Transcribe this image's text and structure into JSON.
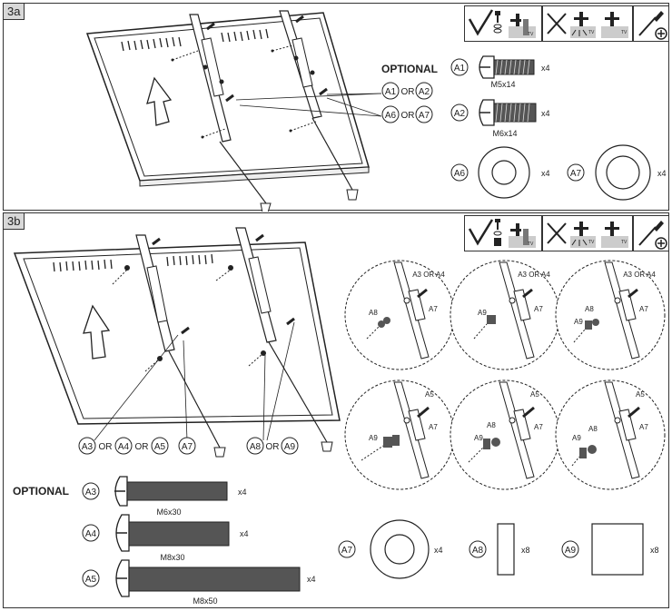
{
  "panel_a": {
    "step": "3a",
    "optional_label": "OPTIONAL",
    "callouts": {
      "a1": "A1",
      "or1": "OR",
      "a2": "A2",
      "a6": "A6",
      "or2": "OR",
      "a7": "A7"
    },
    "parts": [
      {
        "id": "A1",
        "size": "M5x14",
        "qty": "x4"
      },
      {
        "id": "A2",
        "size": "M6x14",
        "qty": "x4"
      },
      {
        "id": "A6",
        "size": "",
        "qty": "x4"
      },
      {
        "id": "A7",
        "size": "",
        "qty": "x4"
      }
    ],
    "tv_label": "TV"
  },
  "panel_b": {
    "step": "3b",
    "optional_label": "OPTIONAL",
    "callouts": {
      "a3": "A3",
      "or1": "OR",
      "a4": "A4",
      "or2": "OR",
      "a5": "A5",
      "a7": "A7",
      "a8": "A8",
      "or3": "OR",
      "a9": "A9"
    },
    "parts": [
      {
        "id": "A3",
        "size": "M6x30",
        "qty": "x4"
      },
      {
        "id": "A4",
        "size": "M8x30",
        "qty": "x4"
      },
      {
        "id": "A5",
        "size": "M8x50",
        "qty": "x4"
      },
      {
        "id": "A7",
        "size": "",
        "qty": "x4"
      },
      {
        "id": "A8",
        "size": "",
        "qty": "x8"
      },
      {
        "id": "A9",
        "size": "",
        "qty": "x8"
      }
    ],
    "details": {
      "top_screw": "A3 OR A4",
      "bottom_screw": "A5",
      "a7": "A7",
      "a8": "A8",
      "a9": "A9"
    },
    "tv_label": "TV"
  },
  "colors": {
    "line": "#222222",
    "label_bg": "#d8d8d8",
    "tv_fill": "#cccccc"
  }
}
